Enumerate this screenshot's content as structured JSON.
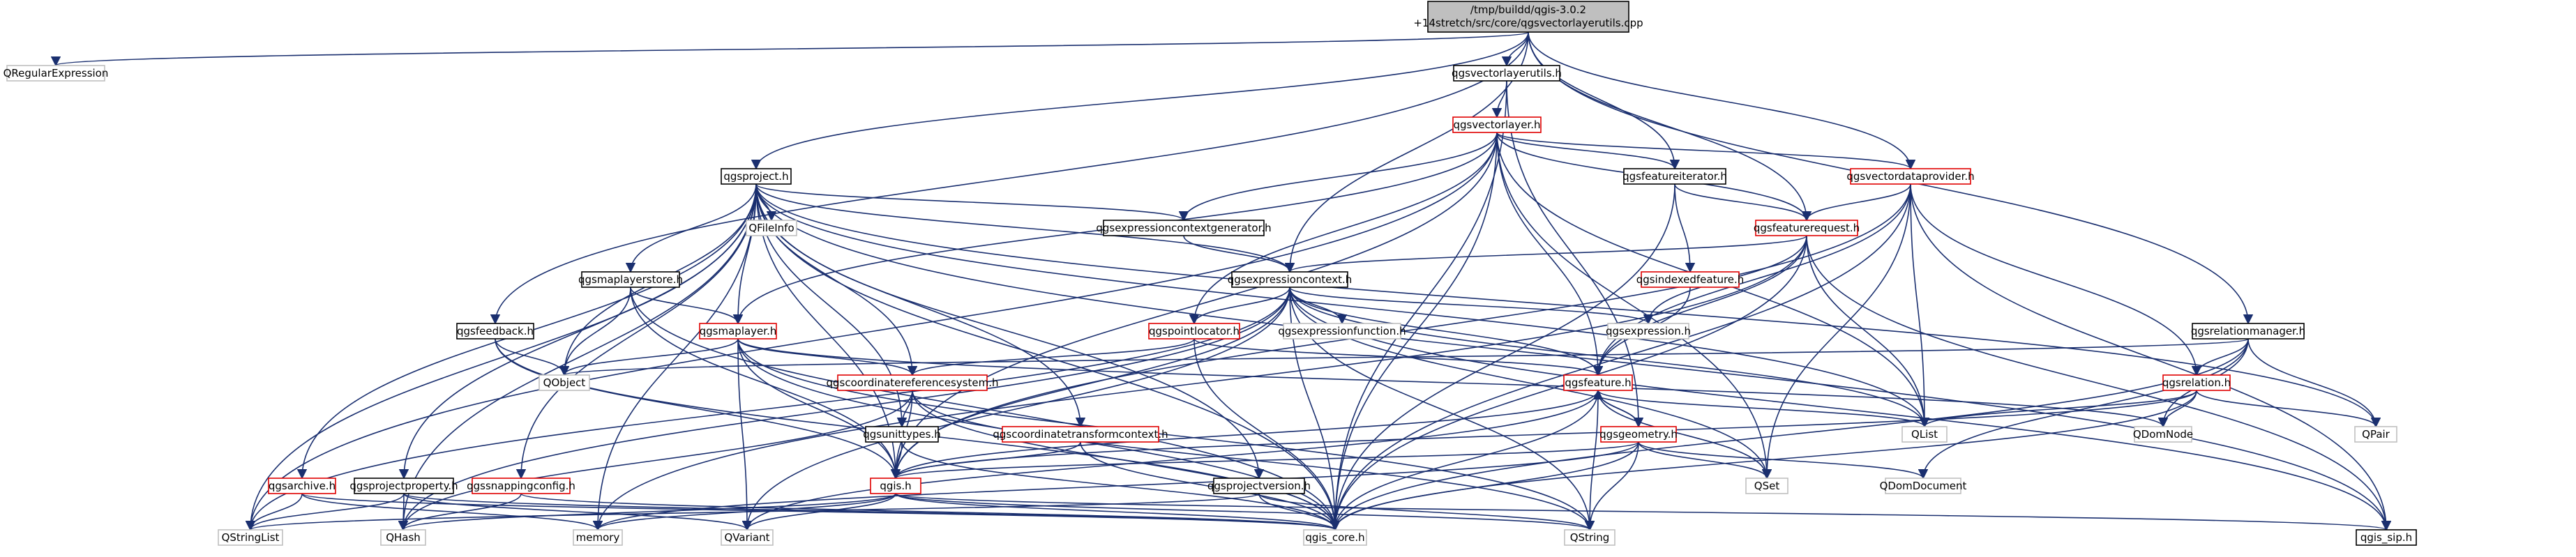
{
  "diagram": {
    "colors": {
      "edge": "#1a2f6f",
      "root_fill": "#bfbfbf",
      "documented_border": "#000000",
      "undocumented_border": "#e00000",
      "external_border": "#bfbfbf",
      "text": "#000000"
    },
    "nodes": [
      {
        "id": "root",
        "label": "/tmp/buildd/qgis-3.0.2",
        "label2": "+14stretch/src/core/qgsvectorlayerutils.cpp",
        "kind": "root"
      },
      {
        "id": "QRegularExpression",
        "label": "QRegularExpression",
        "kind": "external"
      },
      {
        "id": "qgsvectorlayerutils_h",
        "label": "qgsvectorlayerutils.h",
        "kind": "documented"
      },
      {
        "id": "qgsvectorlayer_h",
        "label": "qgsvectorlayer.h",
        "kind": "undocumented"
      },
      {
        "id": "qgsproject_h",
        "label": "qgsproject.h",
        "kind": "documented"
      },
      {
        "id": "qgsfeatureiterator_h",
        "label": "qgsfeatureiterator.h",
        "kind": "documented"
      },
      {
        "id": "qgsvectordataprovider_h",
        "label": "qgsvectordataprovider.h",
        "kind": "undocumented"
      },
      {
        "id": "QFileInfo",
        "label": "QFileInfo",
        "kind": "external"
      },
      {
        "id": "qgsexpressioncontextgenerator_h",
        "label": "qgsexpressioncontextgenerator.h",
        "kind": "documented"
      },
      {
        "id": "qgsfeaturerequest_h",
        "label": "qgsfeaturerequest.h",
        "kind": "undocumented"
      },
      {
        "id": "qgsindexedfeature_h",
        "label": "qgsindexedfeature.h",
        "kind": "undocumented"
      },
      {
        "id": "qgsmaplayerstore_h",
        "label": "qgsmaplayerstore.h",
        "kind": "documented"
      },
      {
        "id": "qgsexpressioncontext_h",
        "label": "qgsexpressioncontext.h",
        "kind": "documented"
      },
      {
        "id": "qgspointlocator_h",
        "label": "qgspointlocator.h",
        "kind": "undocumented"
      },
      {
        "id": "qgsexpressionfunction_h",
        "label": "qgsexpressionfunction.h",
        "kind": "external"
      },
      {
        "id": "qgsexpression_h",
        "label": "qgsexpression.h",
        "kind": "external"
      },
      {
        "id": "qgsrelationmanager_h",
        "label": "qgsrelationmanager.h",
        "kind": "documented"
      },
      {
        "id": "qgsfeedback_h",
        "label": "qgsfeedback.h",
        "kind": "documented"
      },
      {
        "id": "qgsmaplayer_h",
        "label": "qgsmaplayer.h",
        "kind": "undocumented"
      },
      {
        "id": "QObject",
        "label": "QObject",
        "kind": "external"
      },
      {
        "id": "qgscoordinatereferencesystem_h",
        "label": "qgscoordinatereferencesystem.h",
        "kind": "undocumented"
      },
      {
        "id": "qgsfeature_h",
        "label": "qgsfeature.h",
        "kind": "undocumented"
      },
      {
        "id": "qgsrelation_h",
        "label": "qgsrelation.h",
        "kind": "undocumented"
      },
      {
        "id": "QList",
        "label": "QList",
        "kind": "external"
      },
      {
        "id": "QDomNode",
        "label": "QDomNode",
        "kind": "external"
      },
      {
        "id": "QPair",
        "label": "QPair",
        "kind": "external"
      },
      {
        "id": "qgsunittypes_h",
        "label": "qgsunittypes.h",
        "kind": "documented"
      },
      {
        "id": "qgscoordinatetransformcontext_h",
        "label": "qgscoordinatetransformcontext.h",
        "kind": "undocumented"
      },
      {
        "id": "qgsgeometry_h",
        "label": "qgsgeometry.h",
        "kind": "undocumented"
      },
      {
        "id": "QSet",
        "label": "QSet",
        "kind": "external"
      },
      {
        "id": "QDomDocument",
        "label": "QDomDocument",
        "kind": "external"
      },
      {
        "id": "qgsarchive_h",
        "label": "qgsarchive.h",
        "kind": "undocumented"
      },
      {
        "id": "qgsprojectproperty_h",
        "label": "qgsprojectproperty.h",
        "kind": "documented"
      },
      {
        "id": "qgssnappingconfig_h",
        "label": "qgssnappingconfig.h",
        "kind": "undocumented"
      },
      {
        "id": "qgis_h",
        "label": "qgis.h",
        "kind": "undocumented"
      },
      {
        "id": "qgsprojectversion_h",
        "label": "qgsprojectversion.h",
        "kind": "documented"
      },
      {
        "id": "QStringList",
        "label": "QStringList",
        "kind": "external"
      },
      {
        "id": "QHash",
        "label": "QHash",
        "kind": "external"
      },
      {
        "id": "memory",
        "label": "memory",
        "kind": "external"
      },
      {
        "id": "QVariant",
        "label": "QVariant",
        "kind": "external"
      },
      {
        "id": "qgis_core_h",
        "label": "qgis_core.h",
        "kind": "external"
      },
      {
        "id": "QString",
        "label": "QString",
        "kind": "external"
      },
      {
        "id": "qgis_sip_h",
        "label": "qgis_sip.h",
        "kind": "documented"
      }
    ],
    "edges": [
      [
        "root",
        "QRegularExpression"
      ],
      [
        "root",
        "qgsvectorlayerutils_h"
      ],
      [
        "root",
        "qgsproject_h"
      ],
      [
        "root",
        "qgsfeatureiterator_h"
      ],
      [
        "root",
        "qgsvectordataprovider_h"
      ],
      [
        "root",
        "qgsfeaturerequest_h"
      ],
      [
        "root",
        "qgsexpressioncontext_h"
      ],
      [
        "root",
        "qgsfeedback_h"
      ],
      [
        "root",
        "qgsrelationmanager_h"
      ],
      [
        "qgsvectorlayerutils_h",
        "qgsvectorlayer_h"
      ],
      [
        "qgsvectorlayerutils_h",
        "qgsgeometry_h"
      ],
      [
        "qgsvectorlayerutils_h",
        "qgis_core_h"
      ],
      [
        "qgsvectorlayer_h",
        "qgsfeatureiterator_h"
      ],
      [
        "qgsvectorlayer_h",
        "qgsvectordataprovider_h"
      ],
      [
        "qgsvectorlayer_h",
        "qgsfeaturerequest_h"
      ],
      [
        "qgsvectorlayer_h",
        "qgsexpressioncontextgenerator_h"
      ],
      [
        "qgsvectorlayer_h",
        "qgsmaplayer_h"
      ],
      [
        "qgsvectorlayer_h",
        "qgsfeature_h"
      ],
      [
        "qgsvectorlayer_h",
        "QList"
      ],
      [
        "qgsvectorlayer_h",
        "QSet"
      ],
      [
        "qgsvectorlayer_h",
        "QStringList"
      ],
      [
        "qgsvectorlayer_h",
        "qgis_h"
      ],
      [
        "qgsvectorlayer_h",
        "qgis_core_h"
      ],
      [
        "qgsvectorlayer_h",
        "qgspointlocator_h"
      ],
      [
        "qgsproject_h",
        "QFileInfo"
      ],
      [
        "qgsproject_h",
        "qgsexpressioncontextgenerator_h"
      ],
      [
        "qgsproject_h",
        "qgsmaplayerstore_h"
      ],
      [
        "qgsproject_h",
        "qgsmaplayer_h"
      ],
      [
        "qgsproject_h",
        "QObject"
      ],
      [
        "qgsproject_h",
        "qgscoordinatereferencesystem_h"
      ],
      [
        "qgsproject_h",
        "qgsunittypes_h"
      ],
      [
        "qgsproject_h",
        "qgscoordinatetransformcontext_h"
      ],
      [
        "qgsproject_h",
        "qgsarchive_h"
      ],
      [
        "qgsproject_h",
        "qgsprojectproperty_h"
      ],
      [
        "qgsproject_h",
        "qgssnappingconfig_h"
      ],
      [
        "qgsproject_h",
        "qgsprojectversion_h"
      ],
      [
        "qgsproject_h",
        "QStringList"
      ],
      [
        "qgsproject_h",
        "QHash"
      ],
      [
        "qgsproject_h",
        "memory"
      ],
      [
        "qgsproject_h",
        "QList"
      ],
      [
        "qgsproject_h",
        "QPair"
      ],
      [
        "qgsproject_h",
        "qgis_core_h"
      ],
      [
        "qgsproject_h",
        "qgis_sip_h"
      ],
      [
        "qgsproject_h",
        "qgis_h"
      ],
      [
        "qgsproject_h",
        "qgsexpressioncontext_h"
      ],
      [
        "qgsfeatureiterator_h",
        "qgsfeaturerequest_h"
      ],
      [
        "qgsfeatureiterator_h",
        "qgsindexedfeature_h"
      ],
      [
        "qgsfeatureiterator_h",
        "qgis_core_h"
      ],
      [
        "qgsvectordataprovider_h",
        "qgsfeaturerequest_h"
      ],
      [
        "qgsvectordataprovider_h",
        "qgsfeature_h"
      ],
      [
        "qgsvectordataprovider_h",
        "qgsrelation_h"
      ],
      [
        "qgsvectordataprovider_h",
        "QList"
      ],
      [
        "qgsvectordataprovider_h",
        "QSet"
      ],
      [
        "qgsvectordataprovider_h",
        "qgis_core_h"
      ],
      [
        "qgsvectordataprovider_h",
        "qgis_sip_h"
      ],
      [
        "qgsvectordataprovider_h",
        "qgis_h"
      ],
      [
        "qgsexpressioncontextgenerator_h",
        "qgsexpressioncontext_h"
      ],
      [
        "qgsfeaturerequest_h",
        "qgsexpressioncontext_h"
      ],
      [
        "qgsfeaturerequest_h",
        "qgsexpression_h"
      ],
      [
        "qgsfeaturerequest_h",
        "qgsfeature_h"
      ],
      [
        "qgsfeaturerequest_h",
        "QList"
      ],
      [
        "qgsfeaturerequest_h",
        "qgis_core_h"
      ],
      [
        "qgsfeaturerequest_h",
        "qgis_sip_h"
      ],
      [
        "qgsfeaturerequest_h",
        "memory"
      ],
      [
        "qgsindexedfeature_h",
        "qgsfeature_h"
      ],
      [
        "qgsmaplayerstore_h",
        "qgsmaplayer_h"
      ],
      [
        "qgsmaplayerstore_h",
        "QObject"
      ],
      [
        "qgsmaplayerstore_h",
        "qgis_core_h"
      ],
      [
        "qgsmaplayerstore_h",
        "qgis_h"
      ],
      [
        "qgsexpressioncontext_h",
        "qgspointlocator_h"
      ],
      [
        "qgsexpressioncontext_h",
        "qgsexpressionfunction_h"
      ],
      [
        "qgsexpressioncontext_h",
        "qgsexpression_h"
      ],
      [
        "qgsexpressioncontext_h",
        "qgsfeature_h"
      ],
      [
        "qgsexpressioncontext_h",
        "QStringList"
      ],
      [
        "qgsexpressioncontext_h",
        "QHash"
      ],
      [
        "qgsexpressioncontext_h",
        "QSet"
      ],
      [
        "qgsexpressioncontext_h",
        "QList"
      ],
      [
        "qgsexpressioncontext_h",
        "qgis_core_h"
      ],
      [
        "qgsexpressioncontext_h",
        "qgis_sip_h"
      ],
      [
        "qgsexpressioncontext_h",
        "QString"
      ],
      [
        "qgsexpressioncontext_h",
        "QVariant"
      ],
      [
        "qgsexpressioncontext_h",
        "qgis_h"
      ],
      [
        "qgspointlocator_h",
        "qgscoordinatereferencesystem_h"
      ],
      [
        "qgspointlocator_h",
        "qgsfeature_h"
      ],
      [
        "qgspointlocator_h",
        "qgis_core_h"
      ],
      [
        "qgsrelationmanager_h",
        "qgsrelation_h"
      ],
      [
        "qgsrelationmanager_h",
        "QObject"
      ],
      [
        "qgsrelationmanager_h",
        "QPair"
      ],
      [
        "qgsrelationmanager_h",
        "QDomNode"
      ],
      [
        "qgsrelationmanager_h",
        "QDomDocument"
      ],
      [
        "qgsrelationmanager_h",
        "qgis_core_h"
      ],
      [
        "qgsfeedback_h",
        "QObject"
      ],
      [
        "qgsfeedback_h",
        "qgis_core_h"
      ],
      [
        "qgsfeedback_h",
        "qgis_h"
      ],
      [
        "qgsmaplayer_h",
        "QObject"
      ],
      [
        "qgsmaplayer_h",
        "qgscoordinatereferencesystem_h"
      ],
      [
        "qgsmaplayer_h",
        "QDomNode"
      ],
      [
        "qgsmaplayer_h",
        "qgis_core_h"
      ],
      [
        "qgsmaplayer_h",
        "qgis_h"
      ],
      [
        "qgsmaplayer_h",
        "QVariant"
      ],
      [
        "qgsmaplayer_h",
        "QString"
      ],
      [
        "qgscoordinatereferencesystem_h",
        "qgsunittypes_h"
      ],
      [
        "qgscoordinatereferencesystem_h",
        "qgis_h"
      ],
      [
        "qgscoordinatereferencesystem_h",
        "QString"
      ],
      [
        "qgscoordinatereferencesystem_h",
        "QHash"
      ],
      [
        "qgscoordinatereferencesystem_h",
        "qgis_core_h"
      ],
      [
        "qgsfeature_h",
        "qgsgeometry_h"
      ],
      [
        "qgsfeature_h",
        "QList"
      ],
      [
        "qgsfeature_h",
        "QSet"
      ],
      [
        "qgsfeature_h",
        "qgis_h"
      ],
      [
        "qgsfeature_h",
        "qgis_core_h"
      ],
      [
        "qgsfeature_h",
        "QVariant"
      ],
      [
        "qgsfeature_h",
        "QString"
      ],
      [
        "qgsrelation_h",
        "QList"
      ],
      [
        "qgsrelation_h",
        "QDomNode"
      ],
      [
        "qgsrelation_h",
        "QPair"
      ],
      [
        "qgsrelation_h",
        "qgis_core_h"
      ],
      [
        "qgsrelation_h",
        "qgis_h"
      ],
      [
        "qgsunittypes_h",
        "qgis_h"
      ],
      [
        "qgsunittypes_h",
        "qgis_core_h"
      ],
      [
        "qgscoordinatetransformcontext_h",
        "qgis_core_h"
      ],
      [
        "qgscoordinatetransformcontext_h",
        "qgis_h"
      ],
      [
        "qgsgeometry_h",
        "qgsfeature_h"
      ],
      [
        "qgsgeometry_h",
        "QSet"
      ],
      [
        "qgsgeometry_h",
        "QDomDocument"
      ],
      [
        "qgsgeometry_h",
        "qgis_core_h"
      ],
      [
        "qgsgeometry_h",
        "QString"
      ],
      [
        "qgsgeometry_h",
        "memory"
      ],
      [
        "qgsgeometry_h",
        "qgis_h"
      ],
      [
        "qgsarchive_h",
        "QStringList"
      ],
      [
        "qgsarchive_h",
        "qgis_core_h"
      ],
      [
        "qgsarchive_h",
        "memory"
      ],
      [
        "qgsprojectproperty_h",
        "QHash"
      ],
      [
        "qgsprojectproperty_h",
        "QVariant"
      ],
      [
        "qgsprojectproperty_h",
        "QStringList"
      ],
      [
        "qgsprojectproperty_h",
        "qgis_core_h"
      ],
      [
        "qgssnappingconfig_h",
        "QHash"
      ],
      [
        "qgssnappingconfig_h",
        "qgis_core_h"
      ],
      [
        "qgis_h",
        "QHash"
      ],
      [
        "qgis_h",
        "memory"
      ],
      [
        "qgis_h",
        "QVariant"
      ],
      [
        "qgis_h",
        "qgis_core_h"
      ],
      [
        "qgis_h",
        "qgis_sip_h"
      ],
      [
        "qgis_h",
        "QString"
      ],
      [
        "qgsprojectversion_h",
        "QString"
      ],
      [
        "qgsprojectversion_h",
        "QStringList"
      ],
      [
        "qgsprojectversion_h",
        "qgis_core_h"
      ]
    ]
  }
}
